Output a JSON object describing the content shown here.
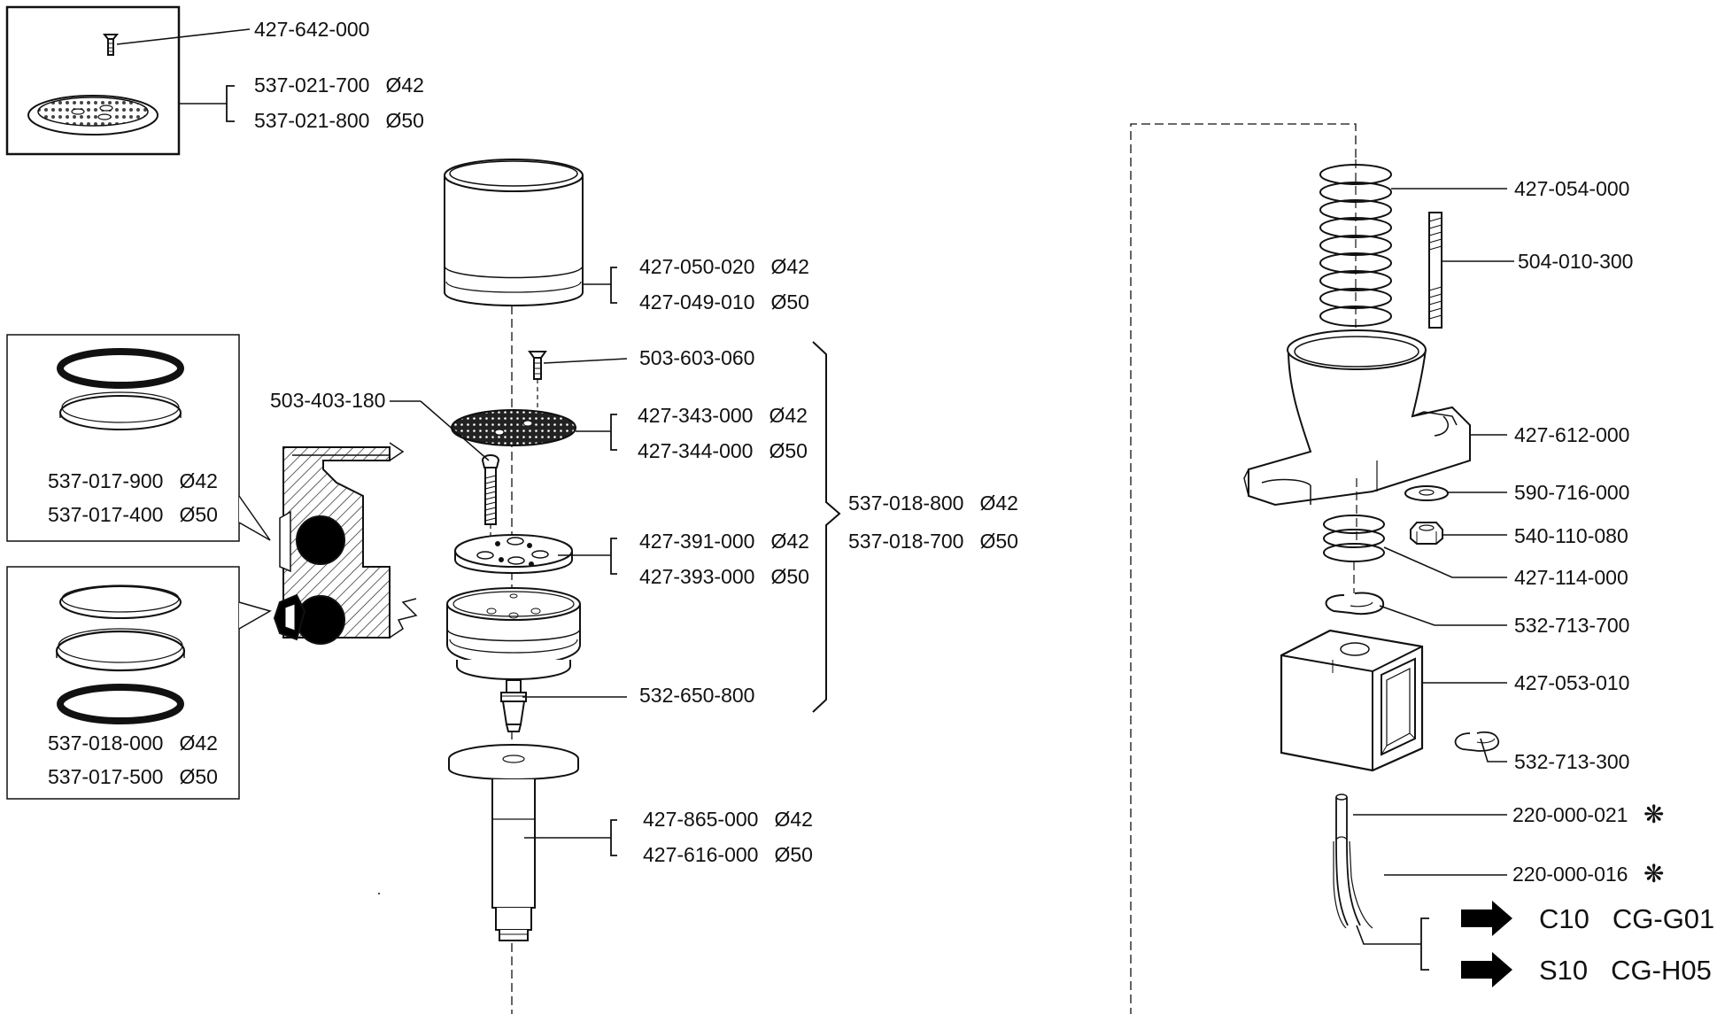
{
  "parts": {
    "p427_642_000": "427-642-000",
    "p537_021_700": "537-021-700",
    "p537_021_800": "537-021-800",
    "p427_050_020": "427-050-020",
    "p427_049_010": "427-049-010",
    "p503_603_060": "503-603-060",
    "p503_403_180": "503-403-180",
    "p427_343_000": "427-343-000",
    "p427_344_000": "427-344-000",
    "p537_018_800": "537-018-800",
    "p537_018_700": "537-018-700",
    "p427_391_000": "427-391-000",
    "p427_393_000": "427-393-000",
    "p532_650_800": "532-650-800",
    "p427_865_000": "427-865-000",
    "p427_616_000": "427-616-000",
    "p537_017_900": "537-017-900",
    "p537_017_400": "537-017-400",
    "p537_018_000": "537-018-000",
    "p537_017_500": "537-017-500",
    "p427_054_000": "427-054-000",
    "p504_010_300": "504-010-300",
    "p427_612_000": "427-612-000",
    "p590_716_000": "590-716-000",
    "p540_110_080": "540-110-080",
    "p427_114_000": "427-114-000",
    "p532_713_700": "532-713-700",
    "p427_053_010": "427-053-010",
    "p532_713_300": "532-713-300",
    "p220_000_021": "220-000-021",
    "p220_000_016": "220-000-016"
  },
  "diameters": {
    "d42": "Ø42",
    "d50": "Ø50"
  },
  "asterisk": "❋",
  "refs": {
    "c10": "C10",
    "cg_g01": "CG-G01",
    "s10": "S10",
    "cg_h05": "CG-H05"
  },
  "colors": {
    "ink": "#111111",
    "hatch": "#222222",
    "fill_black": "#000000"
  }
}
